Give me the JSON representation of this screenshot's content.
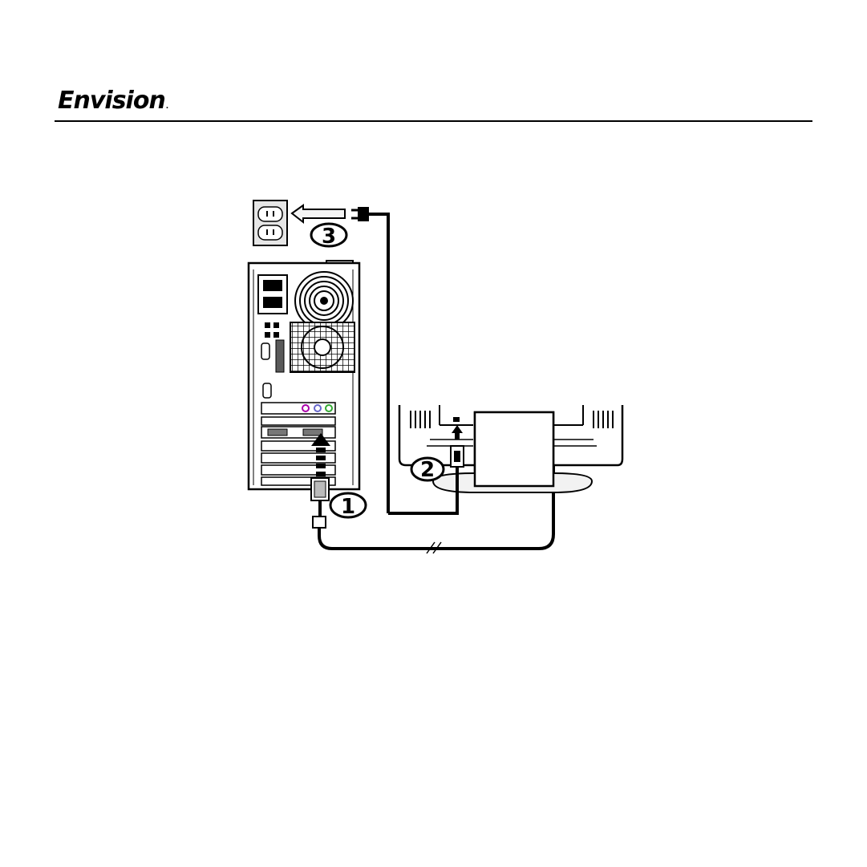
{
  "header": {
    "logo_text": "Envision",
    "logo_mark": "."
  },
  "diagram": {
    "steps": [
      {
        "number": "1",
        "icon": "signal-cable-connector-icon"
      },
      {
        "number": "2",
        "icon": "power-cord-plug-icon"
      },
      {
        "number": "3",
        "icon": "wall-outlet-icon"
      }
    ]
  }
}
